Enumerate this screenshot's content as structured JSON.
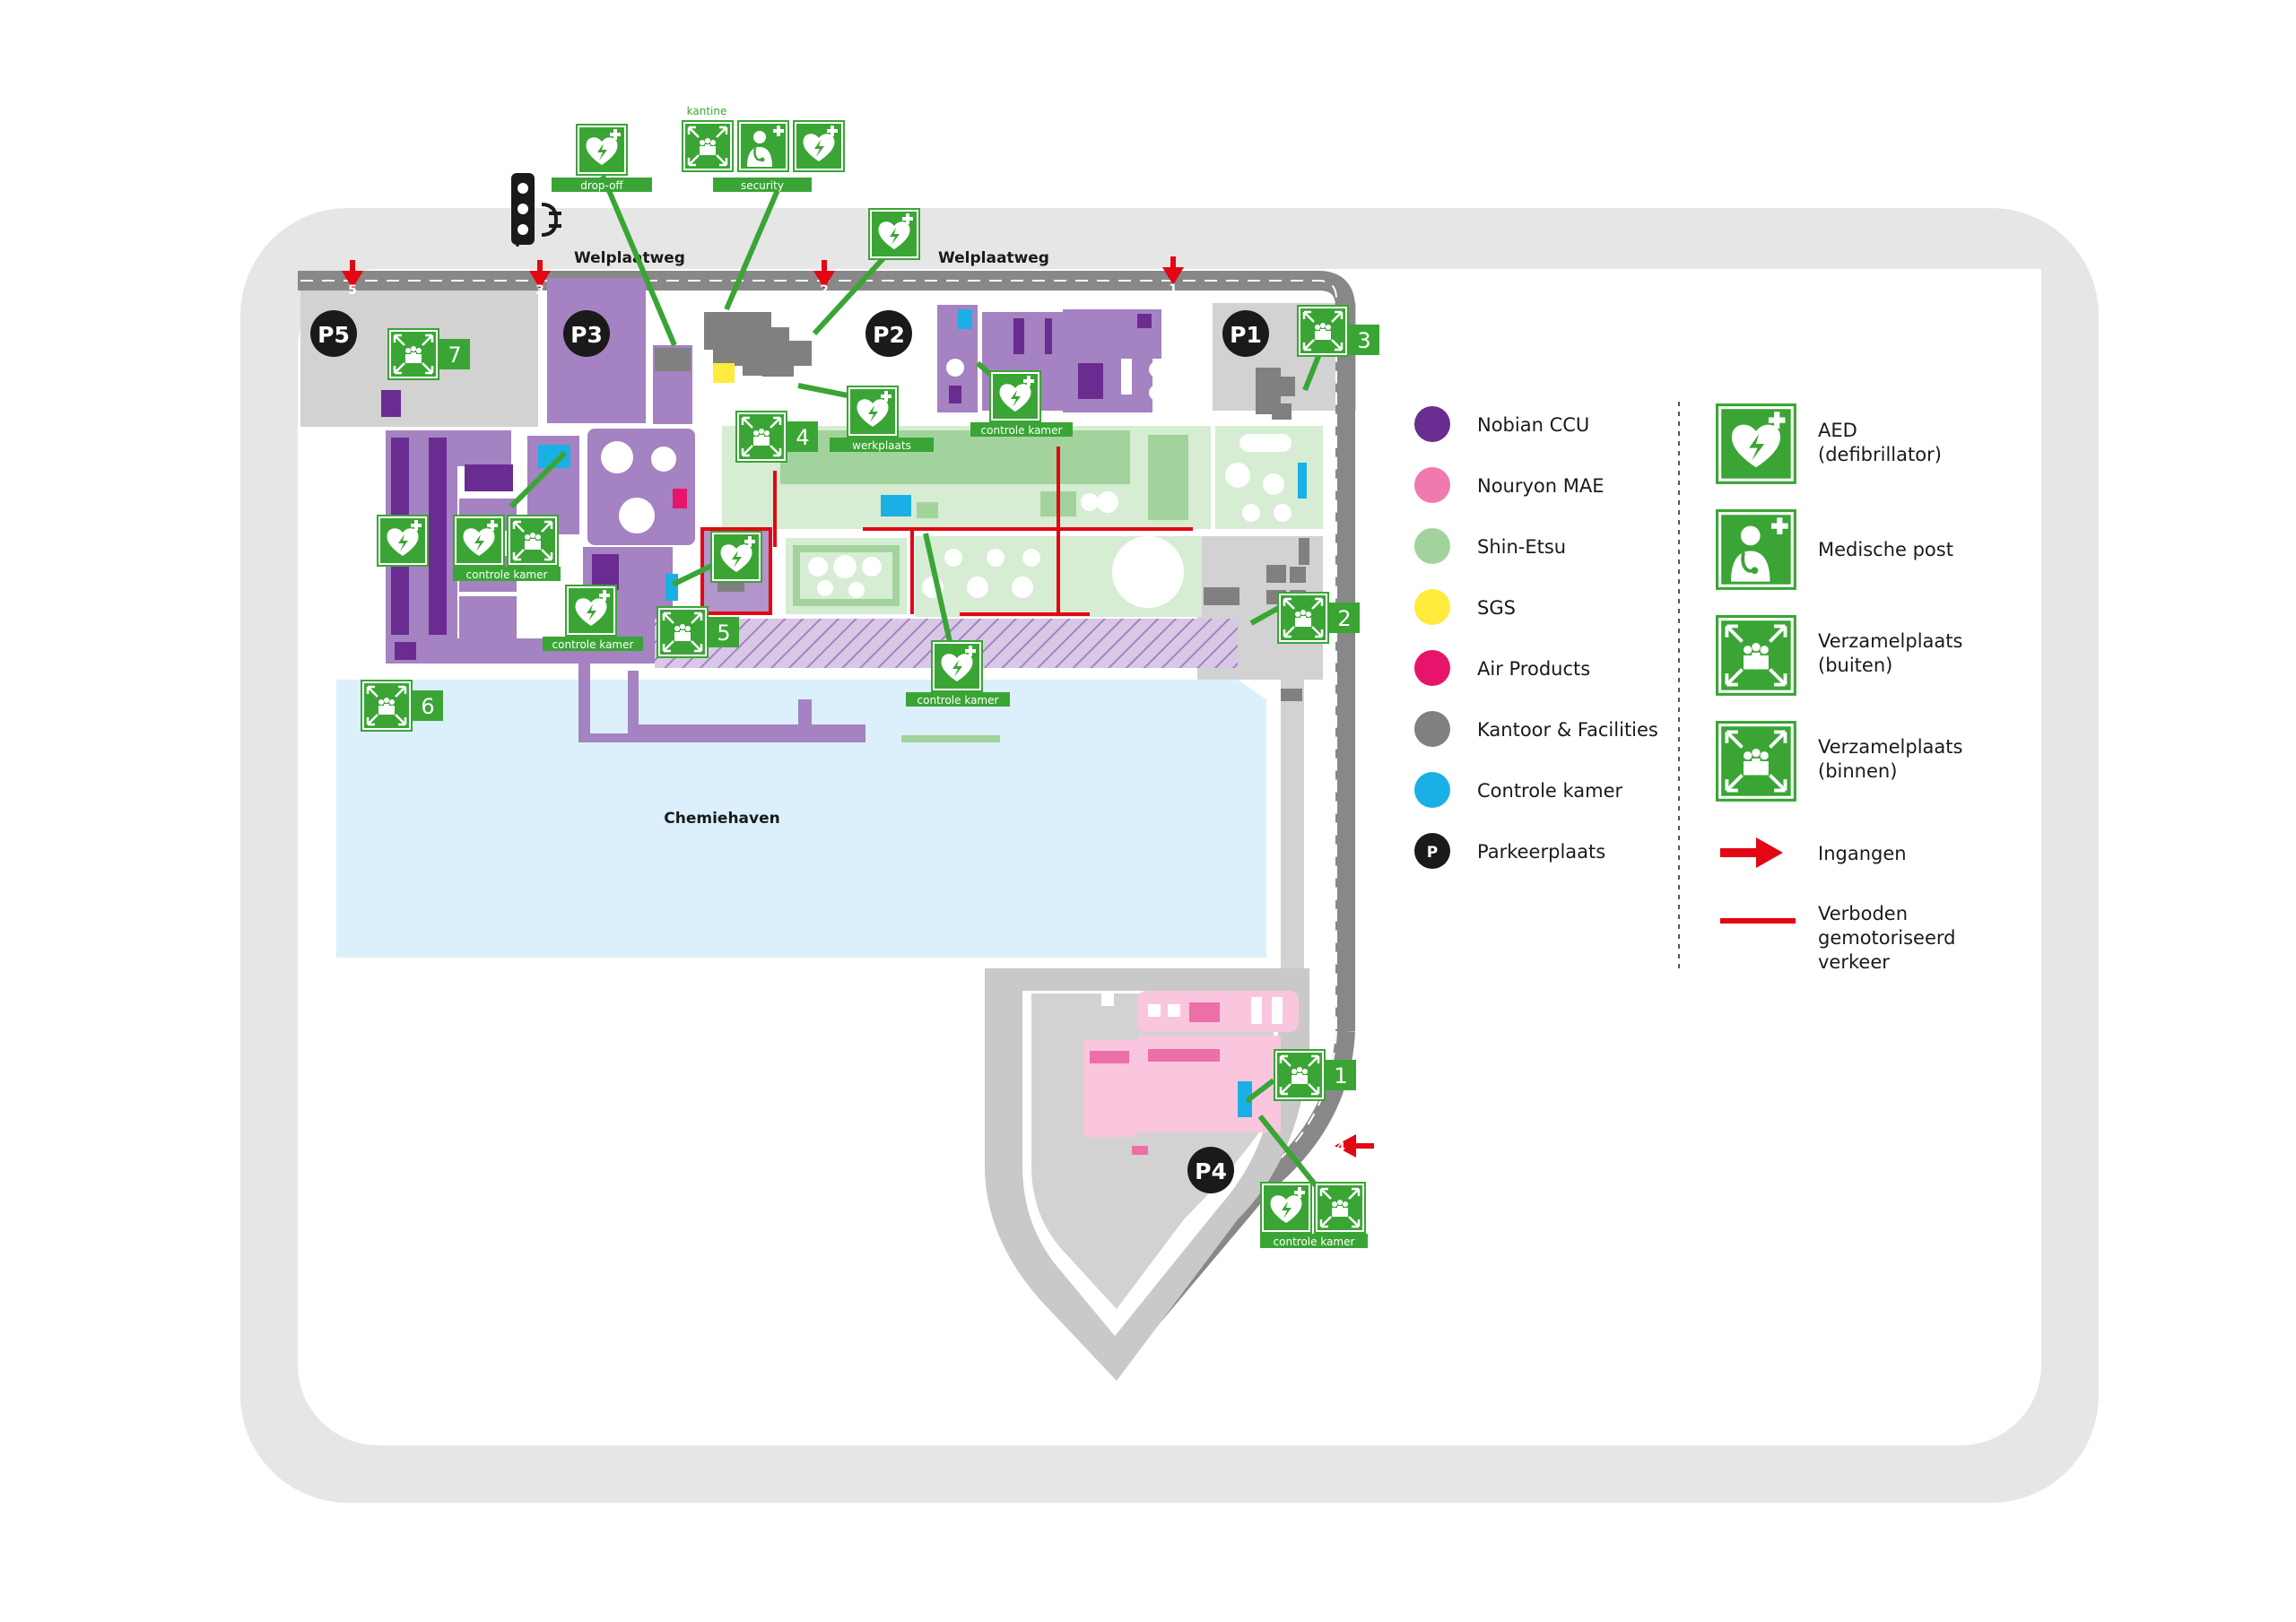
{
  "map": {
    "roads": [
      {
        "name": "Welplaatweg"
      },
      {
        "name": "Welplaatweg"
      }
    ],
    "water_label": "Chemiehaven",
    "parking": [
      "P5",
      "P3",
      "P2",
      "P1",
      "P4"
    ],
    "entrances": [
      "5",
      "3",
      "2",
      "1",
      "4"
    ],
    "assembly_numbers": [
      "7",
      "4",
      "3",
      "2",
      "5",
      "6",
      "1"
    ],
    "tags": {
      "kantine": "kantine",
      "drop_off": "drop-off",
      "security": "security",
      "werkplaats": "werkplaats",
      "controle_kamer": "controle kamer"
    }
  },
  "legend": {
    "companies": [
      {
        "label": "Nobian CCU",
        "color": "#6a2c91"
      },
      {
        "label": "Nouryon MAE",
        "color": "#f07ab0"
      },
      {
        "label": "Shin-Etsu",
        "color": "#a3d39c"
      },
      {
        "label": "SGS",
        "color": "#ffeb3b"
      },
      {
        "label": "Air Products",
        "color": "#e6156b"
      },
      {
        "label": "Kantoor & Facilities",
        "color": "#808080"
      },
      {
        "label": "Controle kamer",
        "color": "#1ab0e6"
      },
      {
        "label": "Parkeerplaats",
        "color": "#1a1a1a",
        "badge": "P"
      }
    ],
    "symbols": [
      {
        "label1": "AED",
        "label2": "(defibrillator)",
        "icon": "aed-icon"
      },
      {
        "label1": "Medische post",
        "label2": "",
        "icon": "medical-post-icon"
      },
      {
        "label1": "Verzamelplaats",
        "label2": "(buiten)",
        "icon": "assembly-outside-icon"
      },
      {
        "label1": "Verzamelplaats",
        "label2": "(binnen)",
        "icon": "assembly-inside-icon"
      },
      {
        "label1": "Ingangen",
        "label2": "",
        "icon": "entrance-arrow-icon"
      },
      {
        "label1": "Verboden",
        "label2": "gemotoriseerd",
        "label3": "verkeer",
        "icon": "no-traffic-line-icon"
      }
    ]
  },
  "colors": {
    "safety_green": "#3aa535",
    "frame_gray": "#e6e6e6",
    "road_gray": "#888888",
    "site_gray": "#d2d2d2",
    "water": "#dbf0fa",
    "nobian": "#a582c1",
    "nobian_dark": "#6a2c91",
    "shin_etsu": "#a3d39c",
    "shin_light": "#d6ecd3",
    "nouryon": "#f9c6dd",
    "nouryon_dark": "#ec6fa8",
    "red": "#e30613",
    "control_blue": "#1ab0e6"
  }
}
